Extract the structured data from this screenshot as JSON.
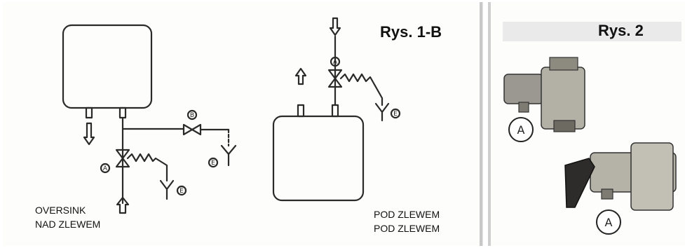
{
  "figure_1b": {
    "title": "Rys. 1-B",
    "caption_left_line1": "OVERSINK",
    "caption_left_line2": "NAD ZLEWEM",
    "caption_right_line1": "POD ZLEWEM",
    "caption_right_line2": "POD ZLEWEM",
    "valve_labels": [
      "A",
      "B",
      "E"
    ]
  },
  "figure_2": {
    "title": "Rys. 2",
    "part_labels": [
      "A",
      "A"
    ]
  }
}
